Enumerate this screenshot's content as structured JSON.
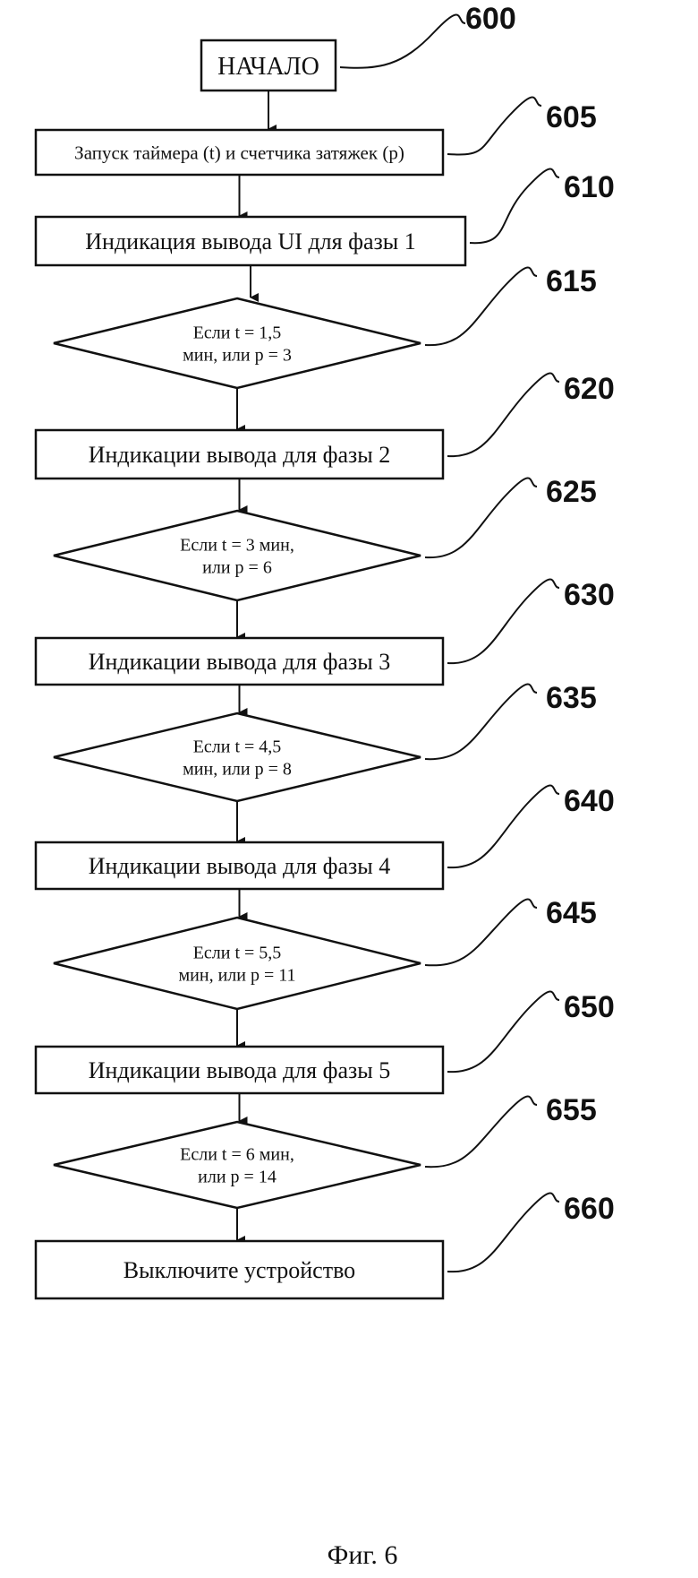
{
  "diagram": {
    "nodes": [
      {
        "id": "start",
        "type": "terminal",
        "lines": [
          "НАЧАЛО"
        ],
        "ref": "600"
      },
      {
        "id": "init",
        "type": "process",
        "lines": [
          "Запуск таймера (t) и счетчика затяжек (p)"
        ],
        "ref": "605"
      },
      {
        "id": "phase1",
        "type": "process",
        "lines": [
          "Индикация вывода UI для фазы 1"
        ],
        "ref": "610"
      },
      {
        "id": "cond1",
        "type": "decision",
        "lines": [
          "Если t = 1,5",
          "мин, или p = 3"
        ],
        "ref": "615"
      },
      {
        "id": "phase2",
        "type": "process",
        "lines": [
          "Индикации вывода для фазы 2"
        ],
        "ref": "620"
      },
      {
        "id": "cond2",
        "type": "decision",
        "lines": [
          "Если t = 3 мин,",
          "или p = 6"
        ],
        "ref": "625"
      },
      {
        "id": "phase3",
        "type": "process",
        "lines": [
          "Индикации вывода для фазы 3"
        ],
        "ref": "630"
      },
      {
        "id": "cond3",
        "type": "decision",
        "lines": [
          "Если t = 4,5",
          "мин, или p = 8"
        ],
        "ref": "635"
      },
      {
        "id": "phase4",
        "type": "process",
        "lines": [
          "Индикации вывода для фазы 4"
        ],
        "ref": "640"
      },
      {
        "id": "cond4",
        "type": "decision",
        "lines": [
          "Если t = 5,5",
          "мин, или p = 11"
        ],
        "ref": "645"
      },
      {
        "id": "phase5",
        "type": "process",
        "lines": [
          "Индикации вывода для фазы 5"
        ],
        "ref": "650"
      },
      {
        "id": "cond5",
        "type": "decision",
        "lines": [
          "Если t = 6 мин,",
          "или p = 14"
        ],
        "ref": "655"
      },
      {
        "id": "off",
        "type": "process",
        "lines": [
          "Выключите устройство"
        ],
        "ref": "660"
      }
    ],
    "caption": "Фиг. 6"
  }
}
